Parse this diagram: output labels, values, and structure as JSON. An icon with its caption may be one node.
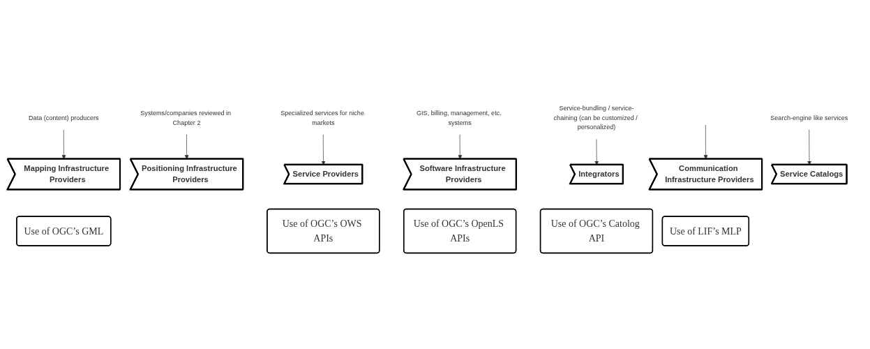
{
  "diagram": {
    "nodes": [
      {
        "text": [
          "Use of LIF’s MLP"
        ]
      },
      {
        "text": [
          "Use of OGC’s GML"
        ]
      },
      {
        "text": [
          "Use of OGC’s OWS APIs"
        ]
      },
      {
        "text": [
          "Data (content) producers"
        ]
      },
      {
        "text": [
          "Specialized services for niche markets"
        ]
      },
      {
        "text": [
          "Search-engine like services"
        ]
      },
      {
        "text": [
          "Communication Infrastructure Providers"
        ]
      },
      {
        "text": [
          "Positioning Infrastructure Providers"
        ]
      },
      {
        "text": [
          "Mapping Infrastructure Providers"
        ]
      },
      {
        "text": [
          "Software Infrastructure Providers"
        ]
      },
      {
        "text": [
          "Service Providers"
        ]
      },
      {
        "text": [
          "Integrators"
        ]
      },
      {
        "text": [
          "Service Catalogs"
        ]
      },
      {
        "text": [
          "Systems/companies reviewed in Chapter 2"
        ]
      },
      {
        "text": [
          "GIS, billing, management, etc. systems"
        ]
      },
      {
        "text": [
          "Service-bundling / service-chaining (can be customized / personalized)"
        ]
      },
      {
        "text": [
          "Use of OGC’s OpenLS APIs"
        ]
      },
      {
        "text": [
          "Use of OGC’s Catolog API"
        ]
      }
    ],
    "edges": [
      {
        "from": null,
        "to": 6,
        "arrow": "to"
      },
      {
        "from": 3,
        "to": 8,
        "arrow": "to"
      },
      {
        "from": 4,
        "to": 10,
        "arrow": "to"
      },
      {
        "from": 5,
        "to": 12,
        "arrow": "to"
      },
      {
        "from": 13,
        "to": 7,
        "arrow": "to"
      },
      {
        "from": 14,
        "to": 9,
        "arrow": "to"
      },
      {
        "from": 15,
        "to": 11,
        "arrow": "to"
      }
    ]
  }
}
